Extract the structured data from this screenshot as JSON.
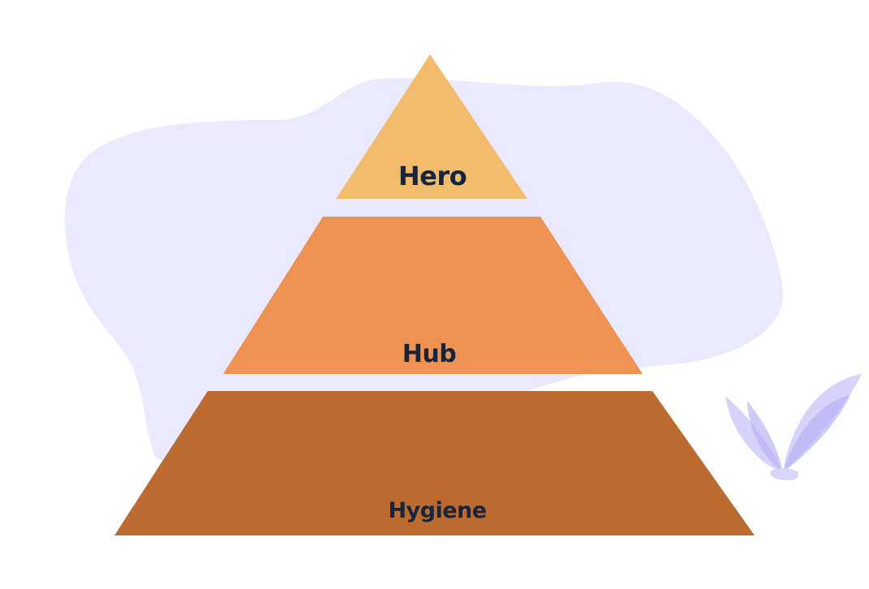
{
  "diagram": {
    "type": "pyramid",
    "background_color": "#ffffff",
    "blob_color": "#ebe9fd",
    "label_color": "#17253a",
    "tiers": [
      {
        "label": "Hero",
        "color": "#f3bc6d",
        "level": "top"
      },
      {
        "label": "Hub",
        "color": "#ed9253",
        "level": "middle"
      },
      {
        "label": "Hygiene",
        "color": "#bb6a30",
        "level": "bottom"
      }
    ],
    "decorations": {
      "leaf_color": "#c8c3f7",
      "leaf_accent_color": "#b5aff5"
    }
  }
}
